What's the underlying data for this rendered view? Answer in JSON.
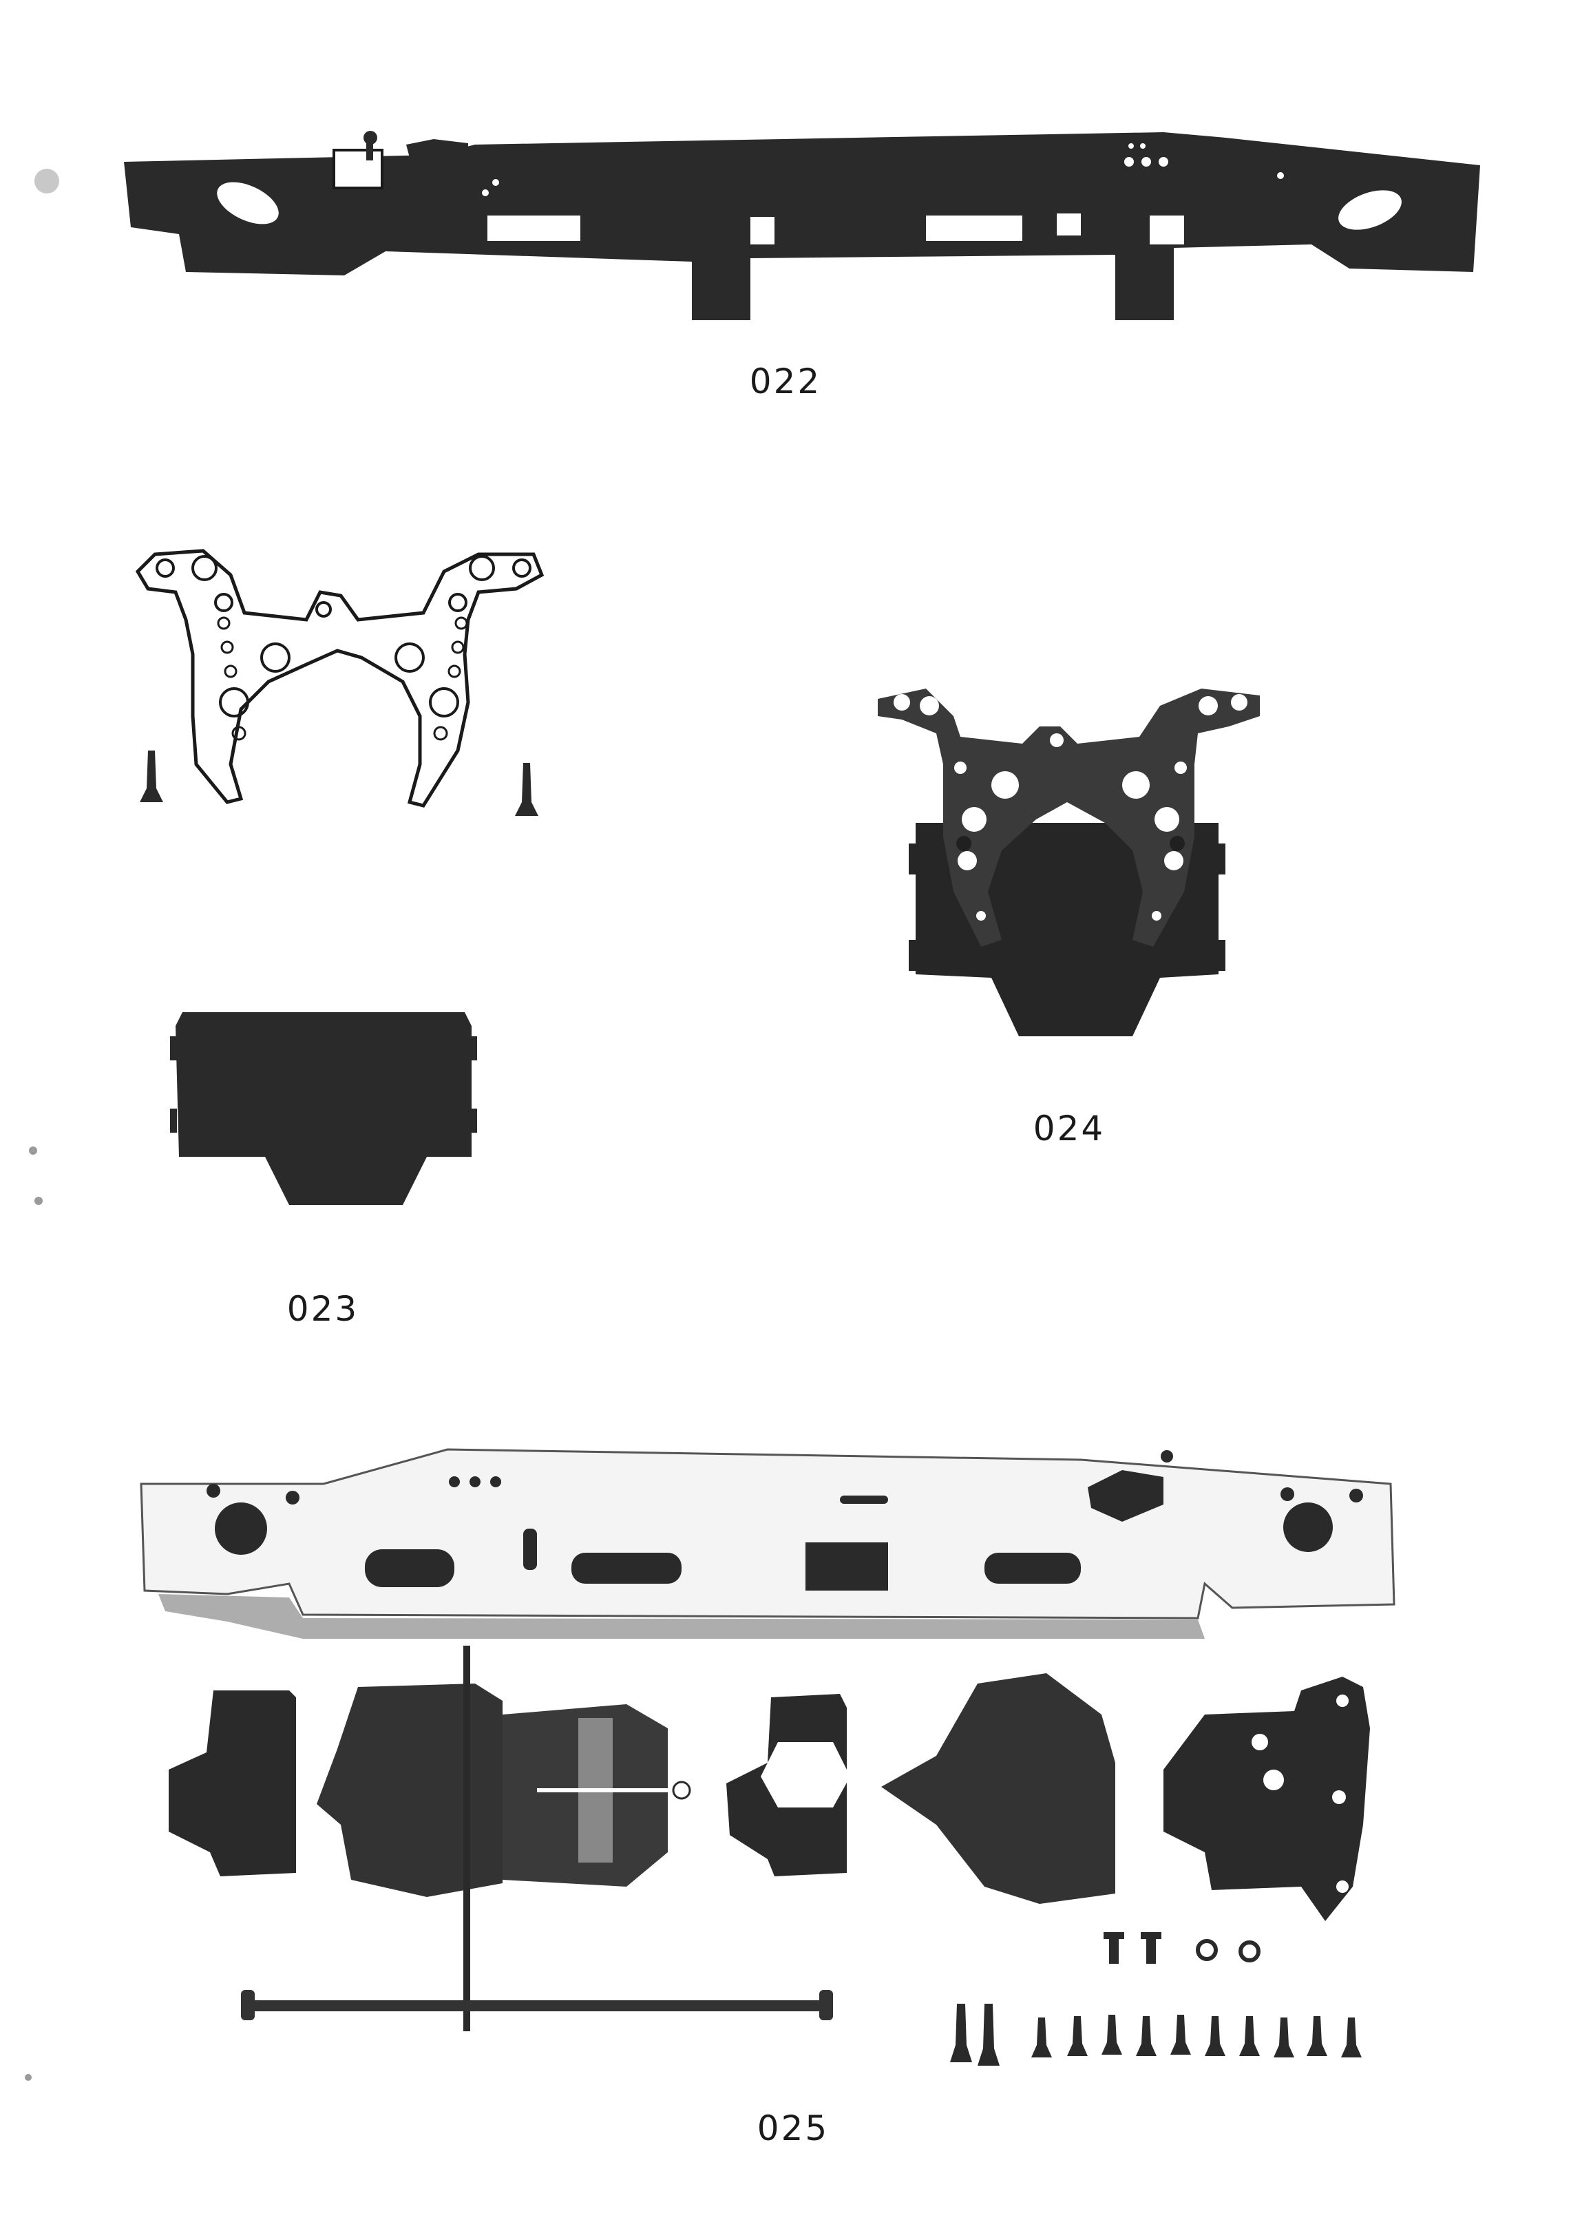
{
  "colors": {
    "paper": "#ffffff",
    "ink": "#2a2a2a",
    "outline": "#1a1a1a"
  },
  "parts": [
    {
      "id": "chassis-side-frame",
      "label": "022"
    },
    {
      "id": "battery-box-and-tower",
      "label": "023"
    },
    {
      "id": "assembled-tower-on-box",
      "label": "024"
    },
    {
      "id": "chassis-parts-set",
      "label": "025"
    }
  ]
}
